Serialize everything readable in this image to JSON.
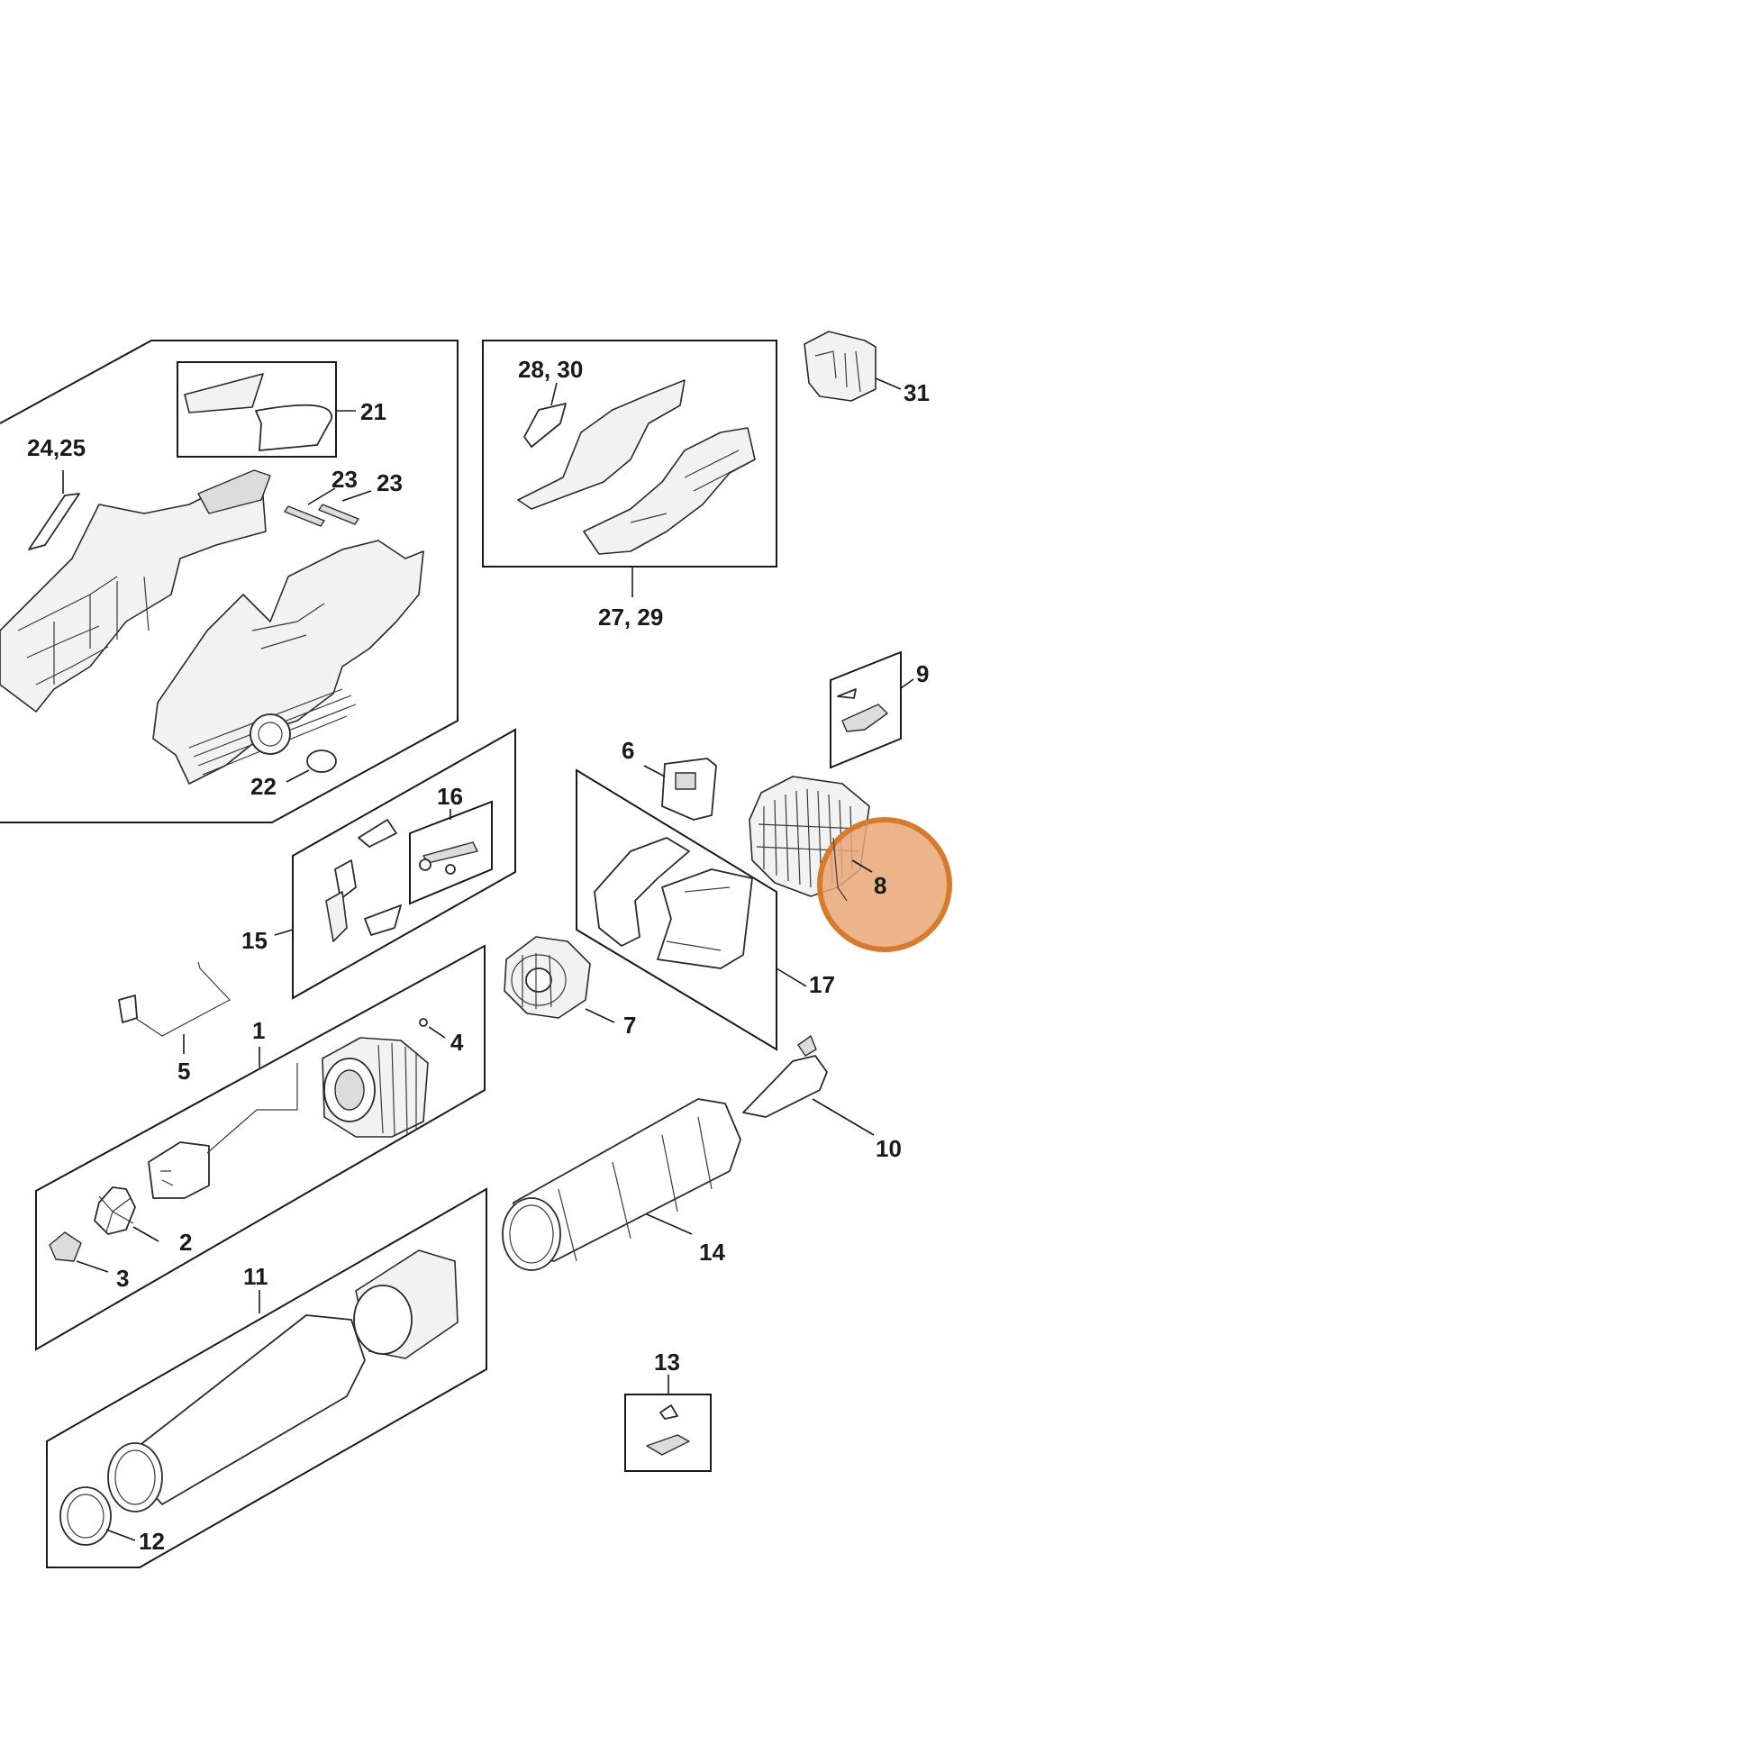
{
  "labels": {
    "l1": "1",
    "l2": "2",
    "l3": "3",
    "l4": "4",
    "l5": "5",
    "l6": "6",
    "l7": "7",
    "l8": "8",
    "l9": "9",
    "l10": "10",
    "l11": "11",
    "l12": "12",
    "l13": "13",
    "l14": "14",
    "l15": "15",
    "l16": "16",
    "l17": "17",
    "l21": "21",
    "l22": "22",
    "l23a": "23",
    "l23b": "23",
    "l2425": "24,25",
    "l2729": "27, 29",
    "l2830": "28, 30",
    "l31": "31"
  },
  "highlight": {
    "part": "8",
    "color": "#e8a776",
    "ring_color": "#d77a2c"
  },
  "colors": {
    "line": "#1a1a1a",
    "background": "#ffffff"
  }
}
